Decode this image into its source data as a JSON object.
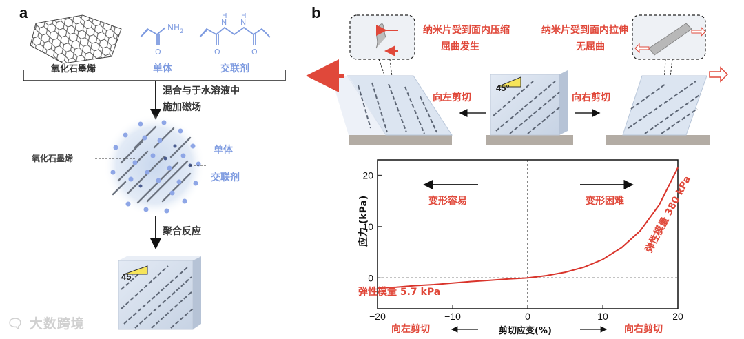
{
  "panel_a": {
    "label": "a",
    "components": {
      "graphene_oxide": "氧化石墨烯",
      "monomer": "单体",
      "crosslinker": "交联剂",
      "monomer_nh2": "NH",
      "nh2_sub": "2",
      "atom_o": "O",
      "atom_n": "N",
      "atom_h": "H"
    },
    "step1_line1": "混合与于水溶液中",
    "step1_line2": "施加磁场",
    "dispersion_labels": {
      "graphene_oxide": "氧化石墨烯",
      "monomer": "单体",
      "crosslinker": "交联剂"
    },
    "step2": "聚合反应",
    "angle_label": "45°"
  },
  "panel_b": {
    "label": "b",
    "callout_left_line1": "纳米片受到面内压缩",
    "callout_left_line2": "屈曲发生",
    "callout_right_line1": "纳米片受到面内拉伸",
    "callout_right_line2": "无屈曲",
    "shear_left": "向左剪切",
    "shear_right": "向右剪切",
    "angle_label": "45°"
  },
  "chart_data": {
    "type": "line",
    "xlabel": "剪切应变(%)",
    "ylabel": "应力 (kPa)",
    "xlim": [
      -20,
      20
    ],
    "ylim": [
      -6,
      23
    ],
    "xticks": [
      -20,
      -10,
      0,
      10,
      20
    ],
    "xtick_labels": [
      "−20",
      "−10",
      "0",
      "10",
      "20"
    ],
    "yticks": [
      0,
      10,
      20
    ],
    "ytick_labels": [
      "0",
      "10",
      "20"
    ],
    "series": [
      {
        "x": [
          -20,
          -17.5,
          -15,
          -12.5,
          -10,
          -7.5,
          -5,
          -2.5,
          0,
          2.5,
          5,
          7.5,
          10,
          12.5,
          15,
          17.5,
          20
        ],
        "y": [
          -2.0,
          -1.8,
          -1.5,
          -1.3,
          -1.0,
          -0.7,
          -0.45,
          -0.2,
          0,
          0.45,
          1.1,
          2.1,
          3.6,
          5.9,
          9.2,
          14.2,
          21.5
        ],
        "color": "#d9342b"
      }
    ],
    "annotations": {
      "easy": "变形容易",
      "hard": "变形困难",
      "modulus_low": "弹性模量  5.7 kPa",
      "modulus_high": "弹性模量  380 kPa",
      "shear_left": "向左剪切",
      "shear_right": "向右剪切"
    },
    "grid": false,
    "reference_lines": "dashed x=0 and y=0"
  },
  "watermark": "大数跨境",
  "colors": {
    "accent_red": "#e0483a",
    "blue": "#7e9be0",
    "gel": "#dbe4f0",
    "curve": "#d9342b"
  }
}
